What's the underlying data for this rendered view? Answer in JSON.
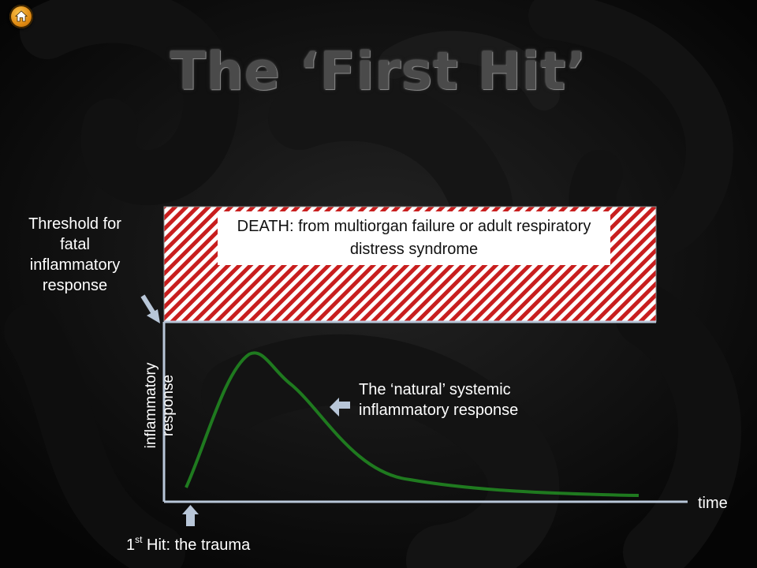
{
  "slide": {
    "title": "The ‘First Hit’",
    "home_icon": "home-icon"
  },
  "diagram": {
    "threshold_label": [
      "Threshold for",
      "fatal",
      "inflammatory",
      "response"
    ],
    "death_zone_text": "DEATH: from multiorgan failure or adult respiratory distress syndrome",
    "natural_response_label": "The ‘natural’ systemic inflammatory response",
    "y_axis_label": [
      "inflammatory",
      "response"
    ],
    "x_axis_label": "time",
    "first_hit_label": {
      "number": "1",
      "suffix": "st",
      "text": " Hit: the trauma"
    },
    "colors": {
      "hatch": "#c81e1e",
      "curve": "#1f7a1f",
      "axis": "#b8c6d8",
      "arrow": "#b8c6d8"
    }
  }
}
